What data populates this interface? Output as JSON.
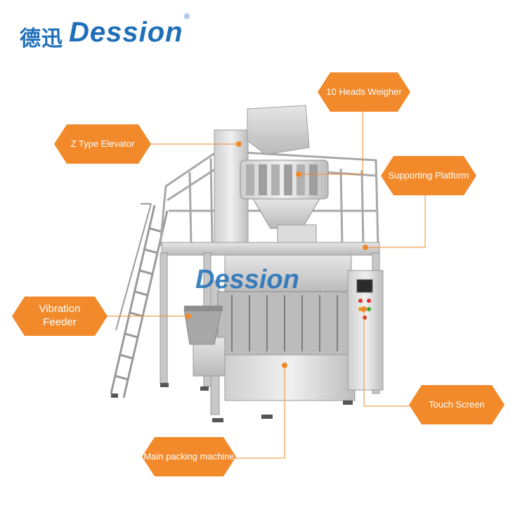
{
  "brand": {
    "name_cn": "德迅",
    "name_en": "Dession",
    "registered": "®",
    "watermark": "Dession",
    "color": "#1f6fb8"
  },
  "accent_color": "#f28a2b",
  "labels": {
    "heads_weigher": "10 Heads Weigher",
    "z_elevator": "Z Type Elevator",
    "supporting_platform": "Supporting Platform",
    "vibration_feeder_1": "Vibration",
    "vibration_feeder_2": "Feeder",
    "touch_screen": "Touch Screen",
    "main_packing": "Main packing machine"
  }
}
